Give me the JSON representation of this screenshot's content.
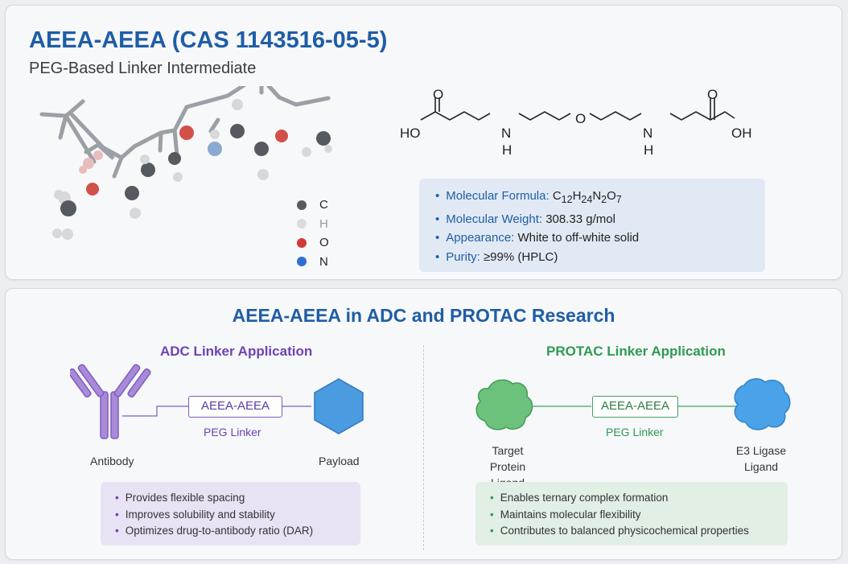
{
  "header": {
    "title": "AEEA-AEEA (CAS 1143516-05-5)",
    "subtitle": "PEG-Based Linker Intermediate"
  },
  "legend": [
    {
      "label": "C",
      "color": "#555a60"
    },
    {
      "label": "H",
      "color": "#dcdcdc"
    },
    {
      "label": "O",
      "color": "#d23a33"
    },
    {
      "label": "N",
      "color": "#2f6fd0"
    }
  ],
  "structure": {
    "ho_left": "HO",
    "o_left": "O",
    "n_left": "N",
    "h_left": "H",
    "o_center": "O",
    "n_right": "N",
    "h_right": "H",
    "o_right": "O",
    "oh_right": "OH"
  },
  "properties": {
    "formula_label": "Molecular Formula:",
    "formula": {
      "c": "C",
      "c_n": "12",
      "h": "H",
      "h_n": "24",
      "n": "N",
      "n_n": "2",
      "o": "O",
      "o_n": "7"
    },
    "weight_label": "Molecular Weight:",
    "weight_value": "308.33 g/mol",
    "appearance_label": "Appearance:",
    "appearance_value": "White to off-white solid",
    "purity_label": "Purity:",
    "purity_value": "≥99% (HPLC)"
  },
  "applications": {
    "section_title": "AEEA-AEEA in ADC and PROTAC Research",
    "adc": {
      "title": "ADC Linker Application",
      "linker": "AEEA-AEEA",
      "linker_sub": "PEG Linker",
      "antibody_label": "Antibody",
      "payload_label": "Payload",
      "bullets": [
        "Provides flexible spacing",
        "Improves solubility and stability",
        "Optimizes drug-to-antibody ratio (DAR)"
      ],
      "colors": {
        "accent": "#6a44b6",
        "antibody": "#a98ad8",
        "payload": "#4a9be0"
      }
    },
    "protac": {
      "title": "PROTAC Linker Application",
      "linker": "AEEA-AEEA",
      "linker_sub": "PEG Linker",
      "target_label_1": "Target Protein",
      "target_label_2": "Ligand",
      "e3_label_1": "E3 Ligase",
      "e3_label_2": "Ligand",
      "bullets": [
        "Enables ternary complex formation",
        "Maintains molecular flexibility",
        "Contributes to balanced physicochemical properties"
      ],
      "colors": {
        "accent": "#2e9a52",
        "target": "#6cc27c",
        "e3": "#4aa3e8"
      }
    }
  }
}
